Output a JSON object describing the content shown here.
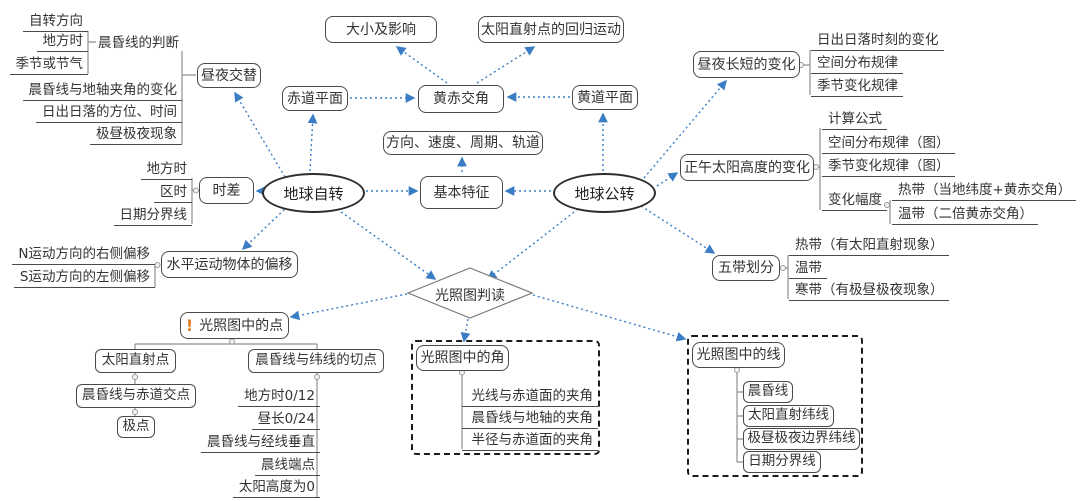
{
  "colors": {
    "line_blue": "#3b7dc4",
    "border_dark": "#4a4a4a",
    "accent_orange": "#e0812a"
  },
  "icons": {
    "exclamation": "!"
  },
  "nodes": {
    "zizhuan_fangxiang": "自转方向",
    "difangshi_top": "地方时",
    "jijie_jieqi": "季节或节气",
    "chenhunxian_panduan": "晨昏线的判断",
    "chenhunxian_dizhou": "晨昏线与地轴夹角的变化",
    "richuriluo_fangwei": "日出日落的方位、时间",
    "jizhou_jiye": "极昼极夜现象",
    "zhouye_jiaoti": "昼夜交替",
    "chidao_pingmian": "赤道平面",
    "huangchi_jiaojiao": "黄赤交角",
    "huangdao_pingmian": "黄道平面",
    "daxiao_yingxiang": "大小及影响",
    "taiyang_guigui": "太阳直射点的回归运动",
    "fangxiang_sudu": "方向、速度、周期、轨道",
    "jiben_tezheng": "基本特征",
    "shicha": "时差",
    "difangshi_left": "地方时",
    "qushi": "区时",
    "riqi_fenjiexian_left": "日期分界线",
    "diqiu_zizhuan": "地球自转",
    "diqiu_gongzhuan": "地球公转",
    "n_pianyi": "N运动方向的右侧偏移",
    "s_pianyi": "S运动方向的左侧偏移",
    "shuiping_pianyi": "水平运动物体的偏移",
    "zhouye_changduan": "昼夜长短的变化",
    "richuriluo_shike": "日出日落时刻的变化",
    "kongjian_fenbu": "空间分布规律",
    "jijie_bianhua": "季节变化规律",
    "zhengwu_taiyang": "正午太阳高度的变化",
    "jisuan_gongshi": "计算公式",
    "kongjian_fenbu_tu": "空间分布规律（图）",
    "jijie_bianhua_tu": "季节变化规律（图）",
    "bianhua_fudu": "变化幅度",
    "redai_weidu": "热带（当地纬度+黄赤交角）",
    "wendai_erbei": "温带（二倍黄赤交角）",
    "wudai_huafen": "五带划分",
    "redai_zhishe": "热带（有太阳直射现象）",
    "wendai": "温带",
    "handai": "寒带（有极昼极夜现象）",
    "guangzhaotu_pandu": "光照图判读",
    "guangzhaotu_dian": "光照图中的点",
    "taiyang_zhishedian": "太阳直射点",
    "chenhun_weixian_qiedian": "晨昏线与纬线的切点",
    "chenhun_chidao_jiaodian": "晨昏线与赤道交点",
    "jidian": "极点",
    "difangshi_012": "地方时0/12",
    "zhouchang_024": "昼长0/24",
    "chenhun_jingxian_chuizhi": "晨昏线与经线垂直",
    "chenxian_duandian": "晨线端点",
    "taiyang_gaodu_0": "太阳高度为0",
    "guangzhaotu_jiao": "光照图中的角",
    "guangxian_chidao_jiajiao": "光线与赤道面的夹角",
    "chenhun_dizhou_jiajiao": "晨昏线与地轴的夹角",
    "banjing_chidao_jiajiao": "半径与赤道面的夹角",
    "guangzhaotu_xian": "光照图中的线",
    "chenhunxian": "晨昏线",
    "taiyang_zhishe_weixian": "太阳直射纬线",
    "jizhou_bianjie_weixian": "极昼极夜边界纬线",
    "riqi_fenjiexian_right": "日期分界线"
  }
}
